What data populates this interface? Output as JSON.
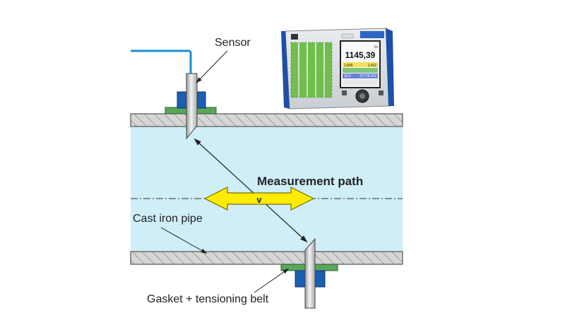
{
  "labels": {
    "sensor": "Sensor",
    "measurement_path": "Measurement path",
    "velocity": "v",
    "cast_iron_pipe": "Cast iron pipe",
    "gasket": "Gasket + tensioning belt"
  },
  "device": {
    "display_value": "1145,39",
    "display_unit": "l/s",
    "row1_left": "1,665",
    "row1_right": "1,432",
    "row2": "23,5",
    "row3": "57178,163"
  },
  "colors": {
    "pipe_fill": "#cfeef8",
    "pipe_wall": "#d2d2d2",
    "cable": "#1b8fd0",
    "mount_blue": "#1a5fb0",
    "gasket_green": "#5aa65a",
    "arrow_yellow": "#ffec00",
    "device_blue": "#1e4fa8",
    "terminal_green": "#6fbf4a"
  }
}
